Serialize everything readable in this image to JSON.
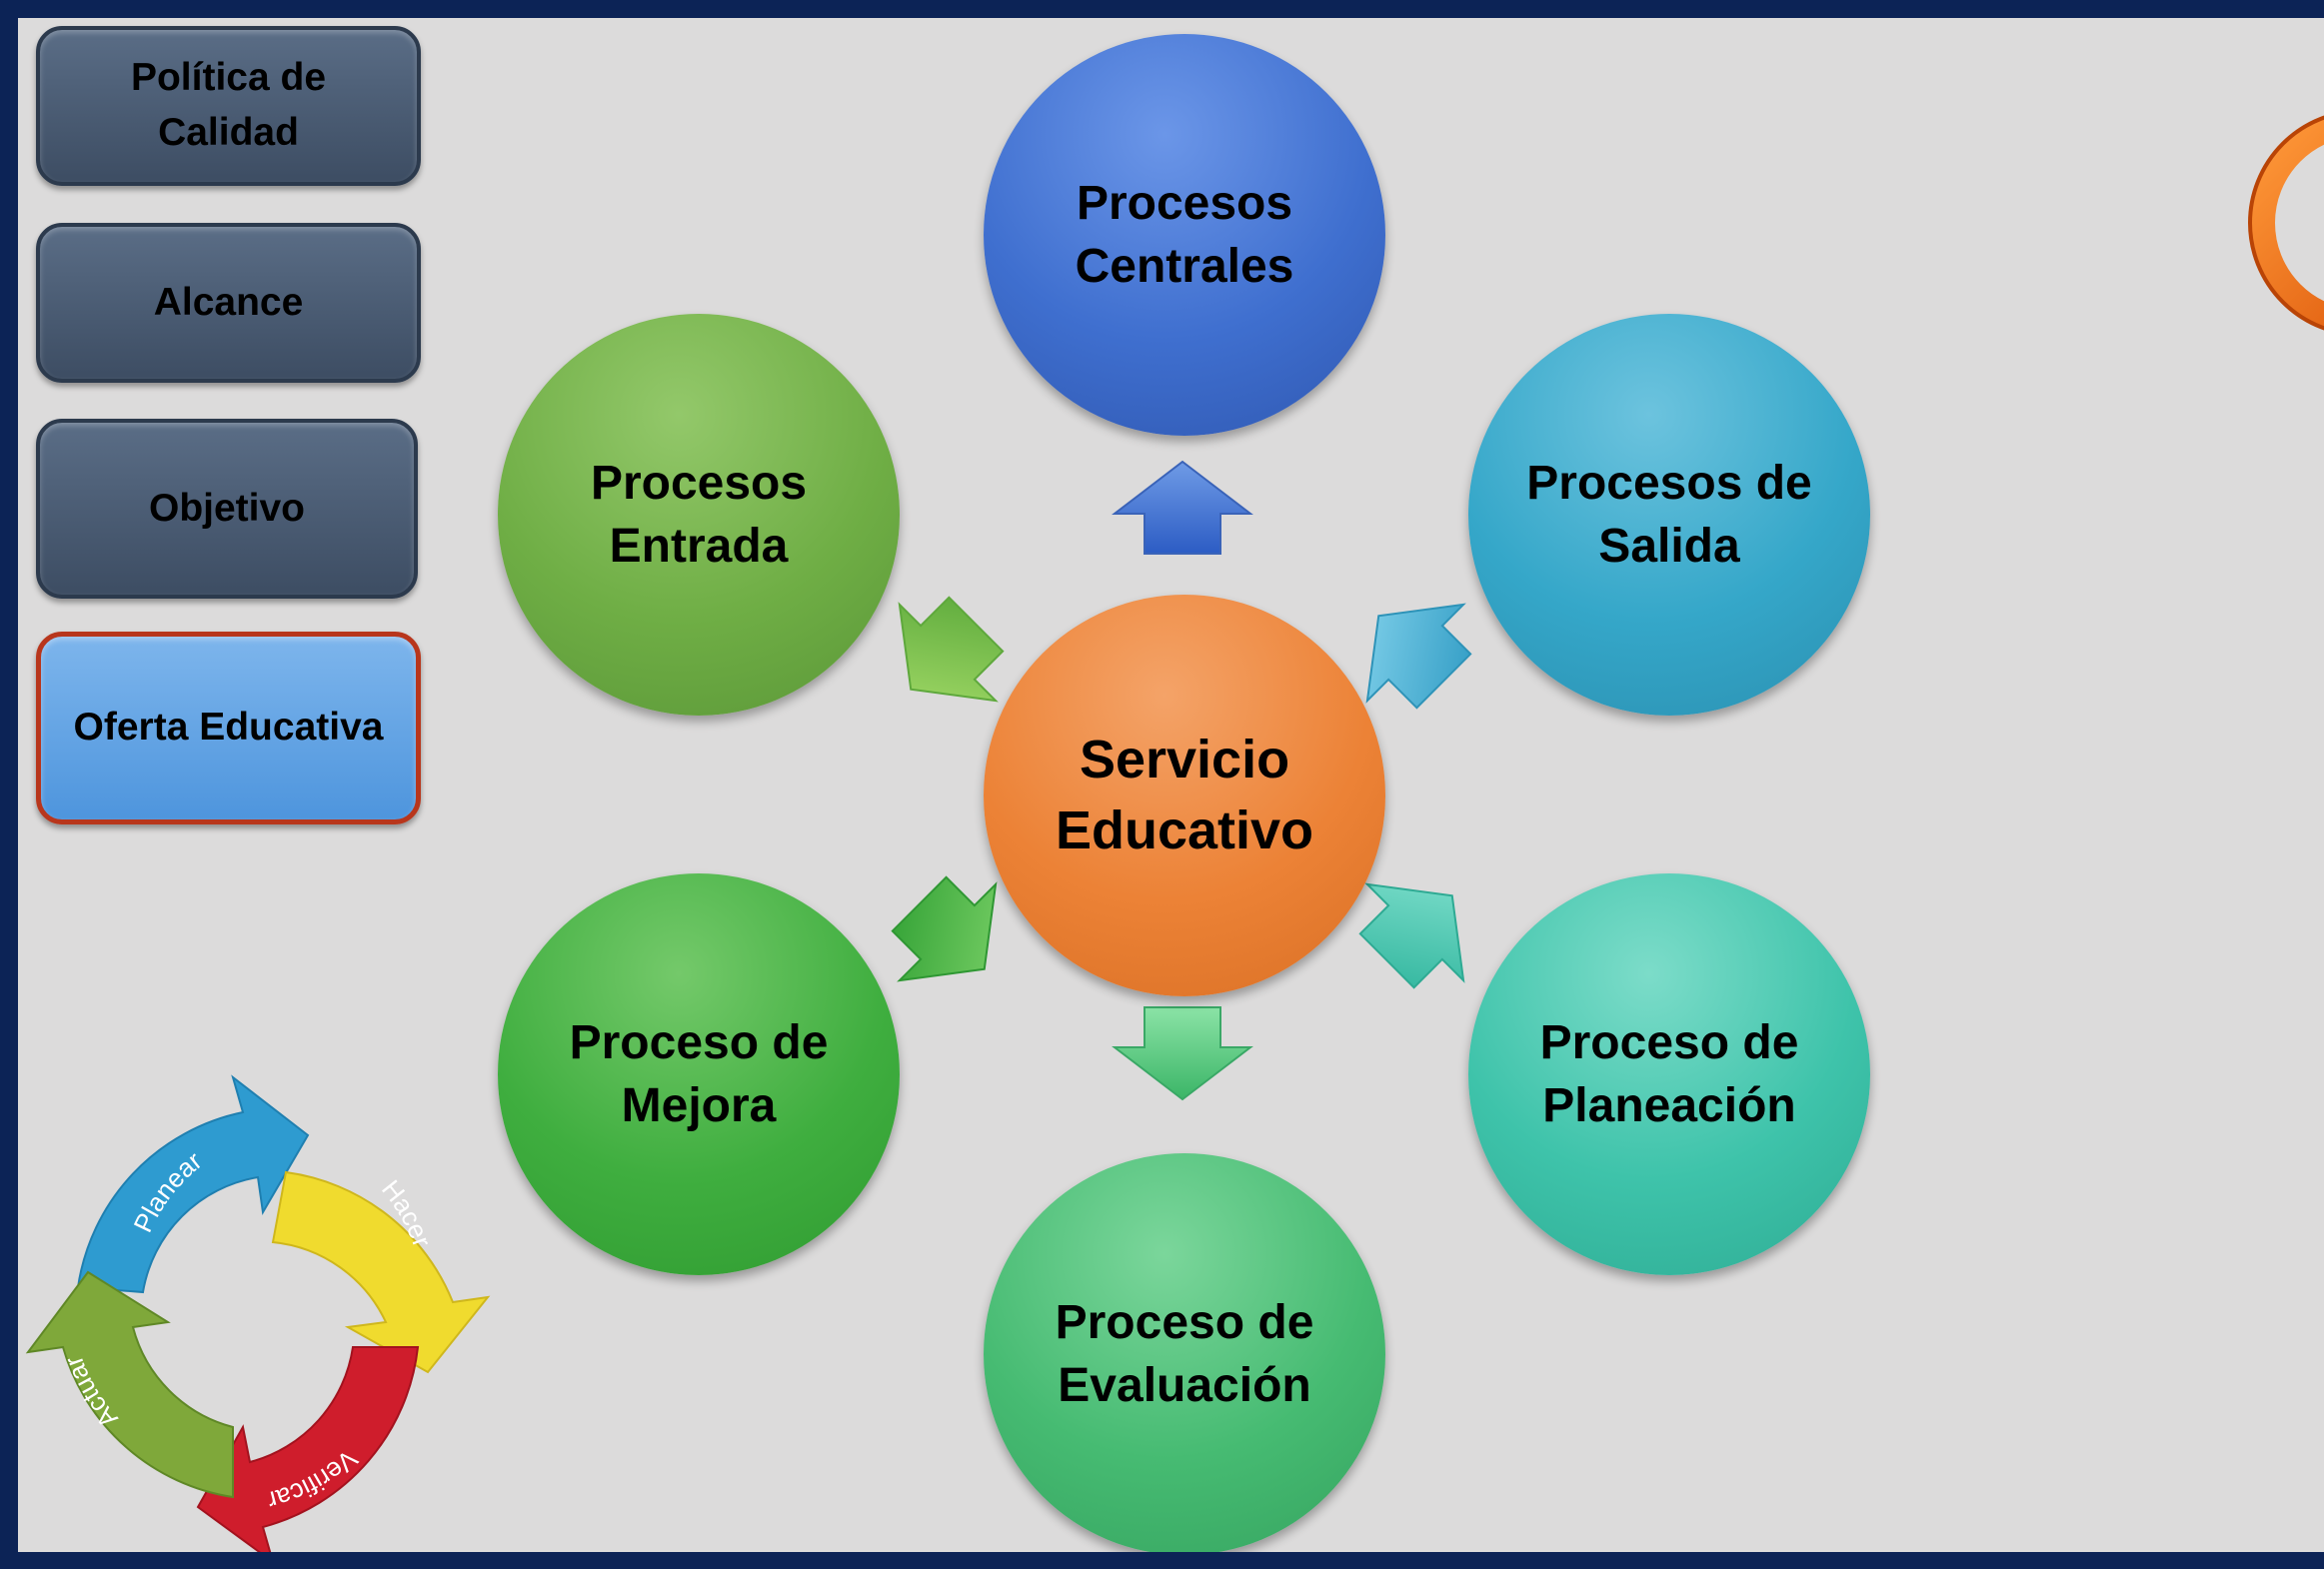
{
  "nav": {
    "politica": "Política de Calidad",
    "alcance": "Alcance",
    "objetivo": "Objetivo",
    "oferta": "Oferta Educativa"
  },
  "diagram": {
    "center": "Servicio Educativo",
    "nodes": {
      "centrales": "Procesos Centrales",
      "entrada": "Procesos Entrada",
      "salida": "Procesos de Salida",
      "mejora": "Proceso de Mejora",
      "planeacion": "Proceso de Planeación",
      "evaluacion": "Proceso de Evaluación"
    }
  },
  "pdca": {
    "planear": "Planear",
    "hacer": "Hacer",
    "verificar": "Verificar",
    "actuar": "Actuar"
  },
  "colors": {
    "frame": "#0c2356",
    "background": "#dcdbdb",
    "center": "#ec8236",
    "centrales": "#3f6fcf",
    "entrada": "#6fae45",
    "salida": "#35a7c9",
    "mejora": "#3fae3f",
    "planeacion": "#3ec3aa",
    "evaluacion": "#46bb72",
    "active_border": "#b8361c"
  }
}
